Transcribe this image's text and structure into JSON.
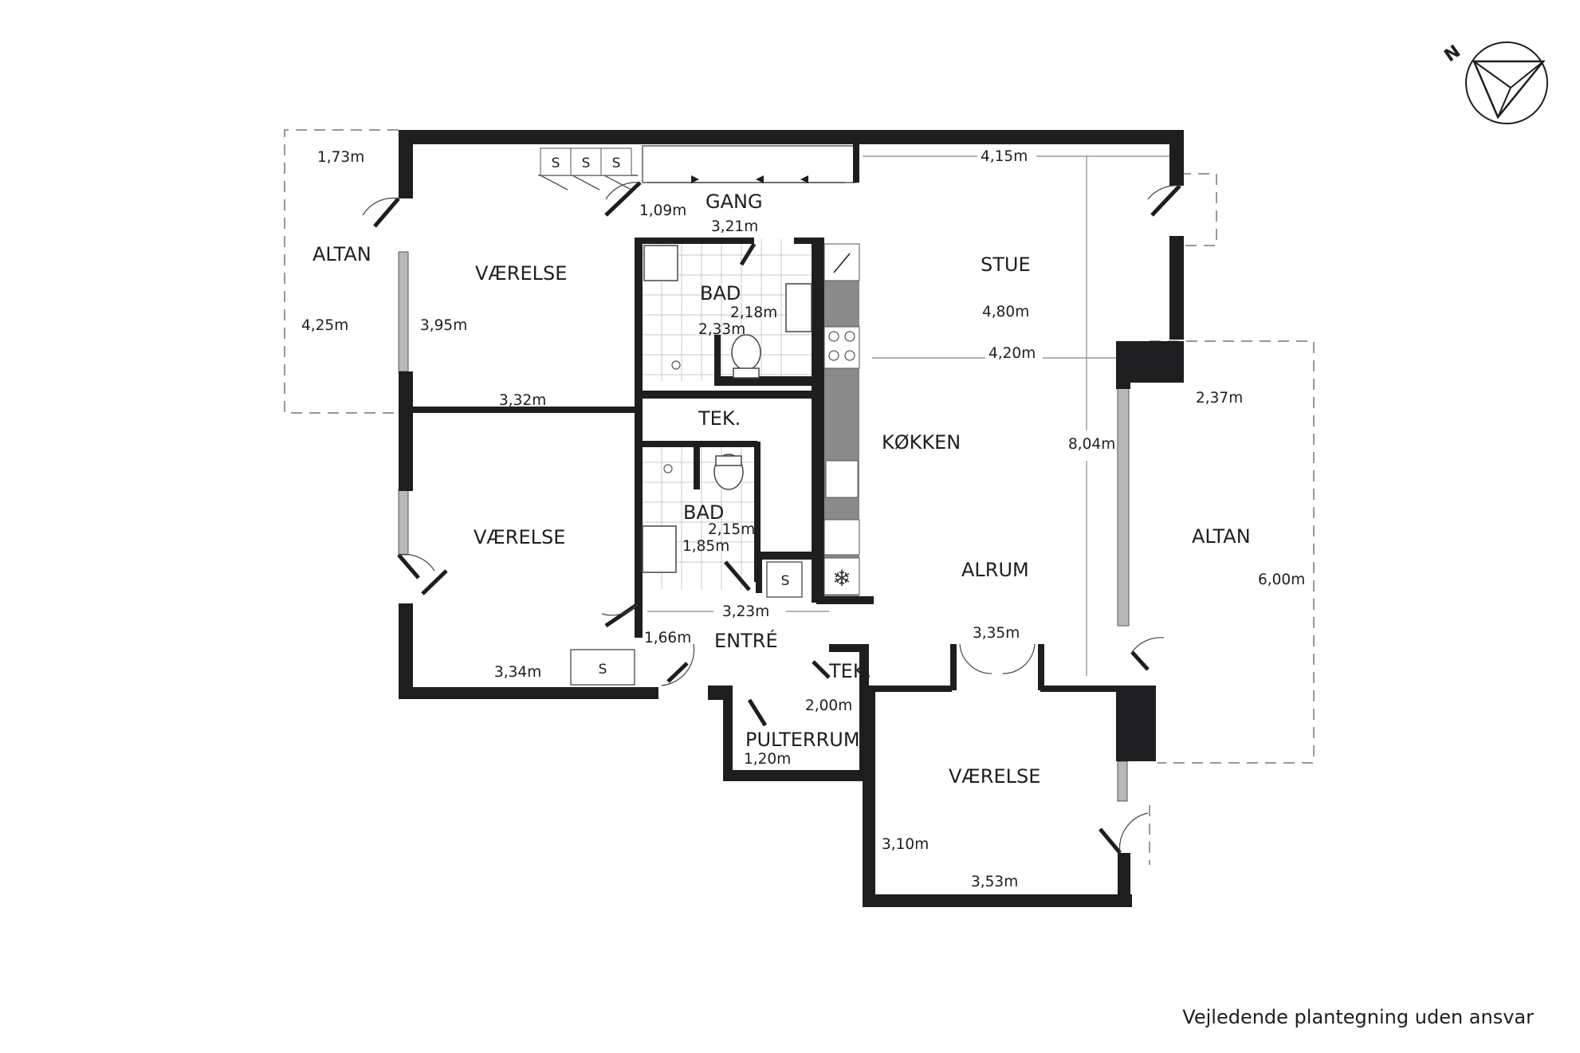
{
  "rooms": {
    "altan_left": "ALTAN",
    "vaerelse_top": "VÆRELSE",
    "gang": "GANG",
    "bad_top": "BAD",
    "stue": "STUE",
    "tek_mid": "TEK.",
    "koekken": "KØKKEN",
    "vaerelse_mid": "VÆRELSE",
    "bad_mid": "BAD",
    "alrum": "ALRUM",
    "altan_right": "ALTAN",
    "entre": "ENTRÉ",
    "tek_small": "TEK.",
    "pulterrum": "PULTERRUM",
    "vaerelse_bottom": "VÆRELSE"
  },
  "storage_labels": [
    "S",
    "S",
    "S",
    "S",
    "S"
  ],
  "dimensions": {
    "altan_left_width": "1,73m",
    "gang_door": "1,09m",
    "gang_length": "3,21m",
    "stue_width": "4,15m",
    "altan_left_depth": "4,25m",
    "vaerelse_top_height": "3,95m",
    "bad_top_width": "2,18m",
    "bad_top_depth": "2,33m",
    "stue_depth": "4,80m",
    "koekken_width": "4,20m",
    "vaerelse_top_width": "3,32m",
    "altan_right_width": "2,37m",
    "alrum_depth": "8,04m",
    "bad_mid_width": "2,15m",
    "bad_mid_depth": "1,85m",
    "altan_right_depth": "6,00m",
    "entre_width": "3,23m",
    "entre_door": "1,66m",
    "vaerelse_bottom_door": "3,35m",
    "vaerelse_mid_width": "3,34m",
    "pulterrum_width": "2,00m",
    "pulterrum_depth": "1,20m",
    "vaerelse_bottom_height": "3,10m",
    "vaerelse_bottom_width": "3,53m"
  },
  "compass": {
    "label": "N"
  },
  "colors": {
    "wall": "#1e1e20",
    "kitchen_counter": "#8a8a8a"
  },
  "disclaimer": "Vejledende plantegning uden ansvar"
}
